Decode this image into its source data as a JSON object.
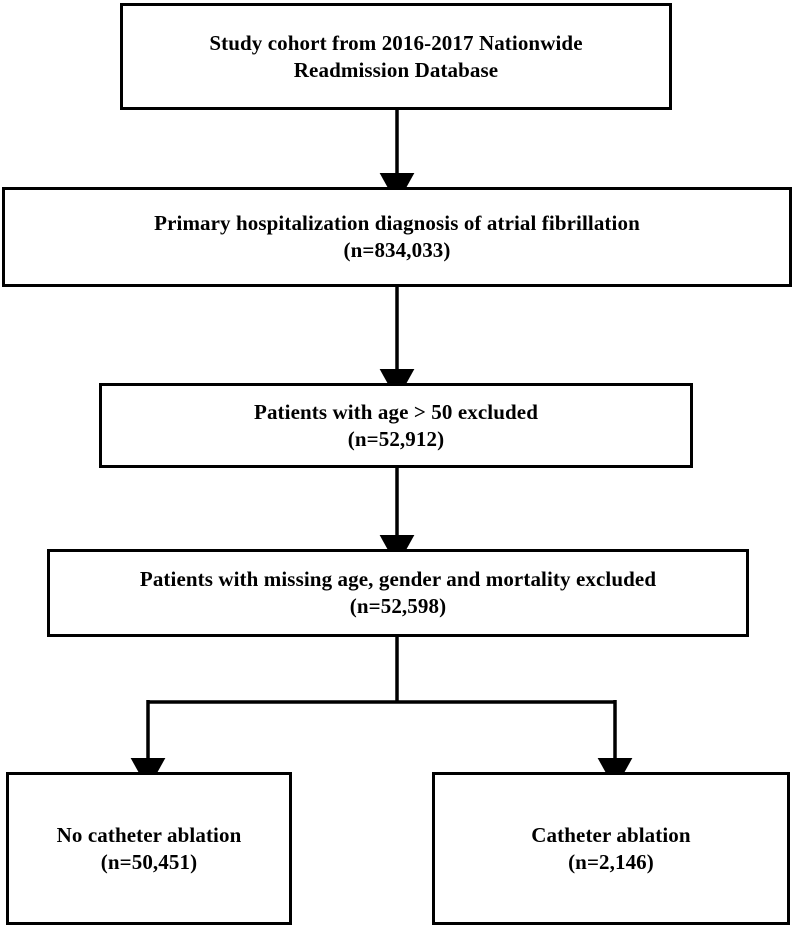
{
  "diagram": {
    "type": "flowchart",
    "title": "Study cohort selection flow diagram",
    "orientation": "top-to-bottom",
    "colors": {
      "box_border": "#000000",
      "box_fill": "#ffffff",
      "connector": "#000000",
      "text": "#000000"
    },
    "nodes": [
      {
        "id": "cohort",
        "line1": "Study cohort from 2016-2017 Nationwide",
        "line2": "Readmission Database",
        "count": null
      },
      {
        "id": "primary-dx",
        "line1": "Primary hospitalization diagnosis of atrial fibrillation",
        "line2": "(n=834,033)",
        "count": 834033
      },
      {
        "id": "age-excl",
        "line1": "Patients with age > 50 excluded",
        "line2": "(n=52,912)",
        "count": 52912
      },
      {
        "id": "missing-excl",
        "line1": "Patients with missing age, gender and mortality excluded",
        "line2": "(n=52,598)",
        "count": 52598
      },
      {
        "id": "no-ablation",
        "line1": "No catheter ablation",
        "line2": "(n=50,451)",
        "count": 50451
      },
      {
        "id": "ablation",
        "line1": "Catheter ablation",
        "line2": "(n=2,146)",
        "count": 2146
      }
    ],
    "edges": [
      {
        "from": "cohort",
        "to": "primary-dx",
        "style": "arrow-down"
      },
      {
        "from": "primary-dx",
        "to": "age-excl",
        "style": "arrow-down"
      },
      {
        "from": "age-excl",
        "to": "missing-excl",
        "style": "arrow-down"
      },
      {
        "from": "missing-excl",
        "to": "no-ablation",
        "style": "split-arrow-down-left"
      },
      {
        "from": "missing-excl",
        "to": "ablation",
        "style": "split-arrow-down-right"
      }
    ]
  }
}
